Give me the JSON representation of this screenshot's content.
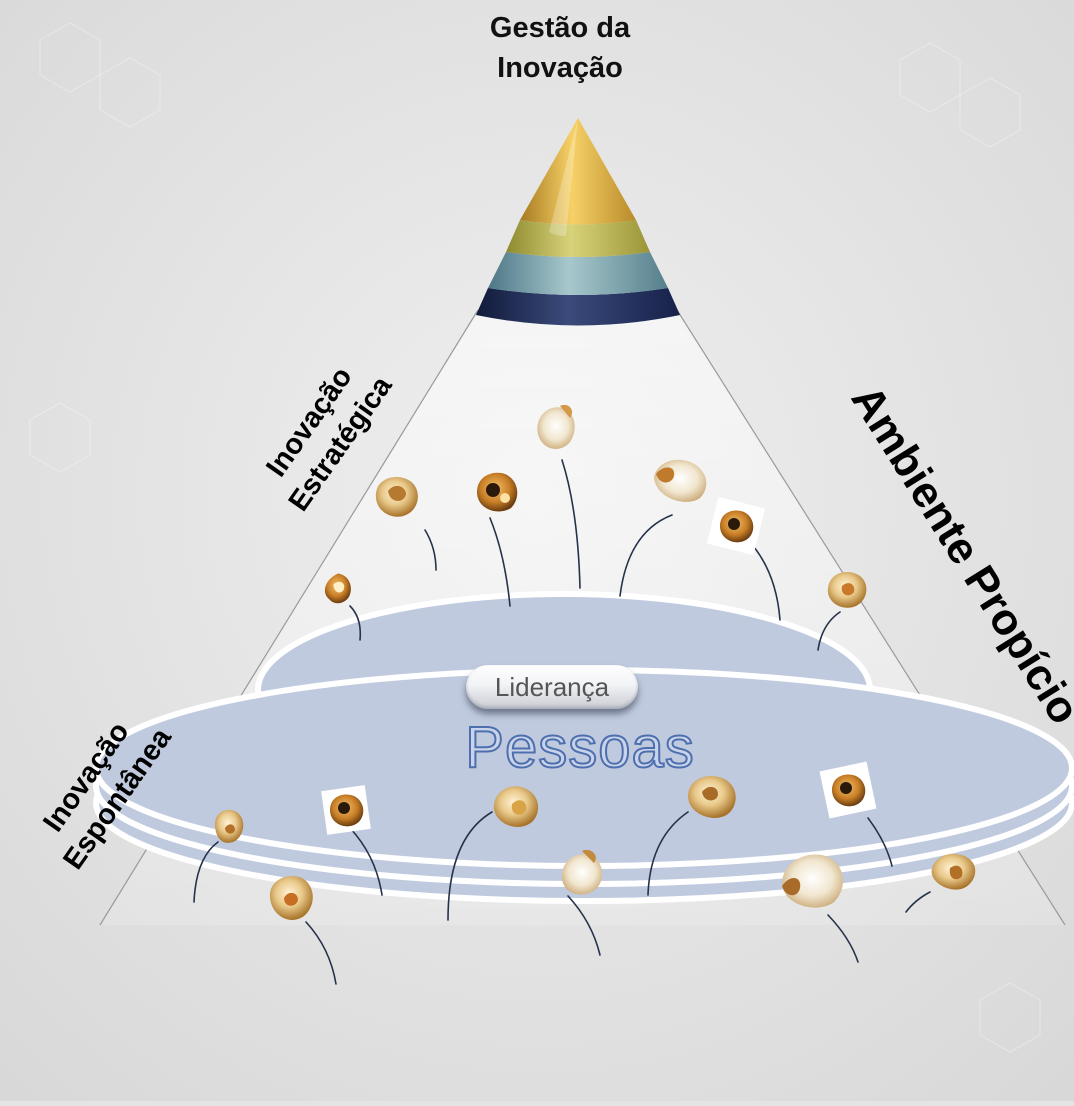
{
  "diagram": {
    "title_line1": "Gestão da",
    "title_line2": "Inovação",
    "strategic_line1": "Inovação",
    "strategic_line2": "Estratégica",
    "spontaneous_line1": "Inovação",
    "spontaneous_line2": "Espontânea",
    "environment": "Ambiente Propício",
    "leadership": "Liderança",
    "people": "Pessoas",
    "cone_colors": [
      "#e8b340",
      "#c2b24a",
      "#7aa0a5",
      "#2c3a64"
    ],
    "disc_color": "#c0cadf",
    "disc_edge_color": "#ffffff",
    "background": "#e4e4e4"
  }
}
